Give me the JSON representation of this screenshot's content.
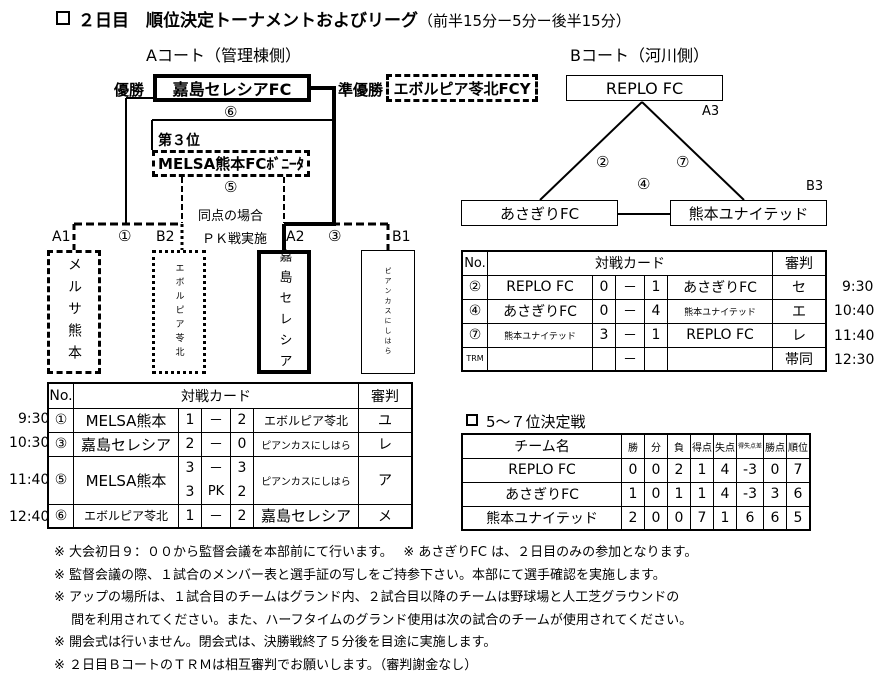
{
  "title": {
    "main": "２日目　順位決定トーナメントおよびリーグ",
    "sub": "（前半15分ー5分ー後半15分）"
  },
  "courtA": {
    "heading": "Aコート（管理棟側）",
    "winner_label": "優勝",
    "winner": "嘉島セレシアFC",
    "runner_label": "準優勝",
    "runner": "エボルピア苓北FCY",
    "third_label": "第３位",
    "third": "MELSA熊本FCﾎﾞﾆｰﾀ",
    "match6": "⑥",
    "match5": "⑤",
    "match1": "①",
    "match3": "③",
    "pk_note1": "同点の場合",
    "pk_note2": "ＰＫ戦実施",
    "slots": [
      "A1",
      "B2",
      "A2",
      "B1"
    ],
    "teams": [
      "メルサ熊本",
      "エボルピア苓北",
      "嘉島セレシア",
      "ピアンカスにしはら"
    ]
  },
  "tableA": {
    "headers": [
      "No.",
      "対戦カード",
      "審判"
    ],
    "rows": [
      {
        "time": "9:30",
        "no": "①",
        "home": "MELSA熊本",
        "hs": "1",
        "sep": "－",
        "as": "2",
        "away": "エボルピア苓北",
        "ref": "ユ"
      },
      {
        "time": "10:30",
        "no": "③",
        "home": "嘉島セレシア",
        "hs": "2",
        "sep": "－",
        "as": "0",
        "away": "ピアンカスにしはら",
        "ref": "レ"
      },
      {
        "time": "11:40",
        "no": "⑤",
        "home": "MELSA熊本",
        "hs": "3",
        "hs2": "3",
        "sep": "－",
        "sep2": "PK",
        "as": "3",
        "as2": "2",
        "away": "ピアンカスにしはら",
        "ref": "ア"
      },
      {
        "time": "12:40",
        "no": "⑥",
        "home": "エボルピア苓北",
        "hs": "1",
        "sep": "－",
        "as": "2",
        "away": "嘉島セレシア",
        "ref": "メ"
      }
    ]
  },
  "courtB": {
    "heading": "Bコート（河川側）",
    "top": "REPLO FC",
    "left": "あさぎりFC",
    "right": "熊本ユナイテッド",
    "l_top": "A3",
    "l_right": "B3",
    "m2": "②",
    "m7": "⑦",
    "m4": "④"
  },
  "tableB": {
    "headers": [
      "No.",
      "対戦カード",
      "審判"
    ],
    "rows": [
      {
        "time": "9:30",
        "no": "②",
        "home": "REPLO  FC",
        "hs": "0",
        "sep": "－",
        "as": "1",
        "away": "あさぎりFC",
        "ref": "セ"
      },
      {
        "time": "10:40",
        "no": "④",
        "home": "あさぎりFC",
        "hs": "0",
        "sep": "－",
        "as": "4",
        "away": "熊本ユナイテッド",
        "ref": "エ"
      },
      {
        "time": "11:40",
        "no": "⑦",
        "home": "熊本ユナイテッド",
        "hs": "3",
        "sep": "－",
        "as": "1",
        "away": "REPLO  FC",
        "ref": "レ"
      },
      {
        "time": "12:30",
        "no": "TRM",
        "home": "",
        "hs": "",
        "sep": "－",
        "as": "",
        "away": "",
        "ref": "帯同"
      }
    ]
  },
  "league": {
    "heading": "5～７位決定戦",
    "headers": [
      "チーム名",
      "勝",
      "分",
      "負",
      "得点",
      "失点",
      "得失点差",
      "勝点",
      "順位"
    ],
    "rows": [
      [
        "REPLO FC",
        "0",
        "0",
        "2",
        "1",
        "4",
        "-3",
        "0",
        "7"
      ],
      [
        "あさぎりFC",
        "1",
        "0",
        "1",
        "1",
        "4",
        "-3",
        "3",
        "6"
      ],
      [
        "熊本ユナイテッド",
        "2",
        "0",
        "0",
        "7",
        "1",
        "6",
        "6",
        "5"
      ]
    ]
  },
  "notes": [
    "※ 大会初日９：００から監督会議を本部前にて行います。　 ※ あさぎりFC は、２日目のみの参加となります。",
    "※ 監督会議の際、１試合のメンバー表と選手証の写しをご持参下さい。本部にて選手確認を実施します。",
    "※ アップの場所は、１試合目のチームはグランド内、２試合目以降のチームは野球場と人工芝グラウンドの",
    "　 間を利用されてください。また、ハーフタイムのグランド使用は次の試合のチームが使用されてください。",
    "※ 開会式は行いません。閉会式は、決勝戦終了５分後を目途に実施します。",
    "※ ２日目ＢコートのＴＲＭは相互審判でお願いします。（審判謝金なし）"
  ]
}
